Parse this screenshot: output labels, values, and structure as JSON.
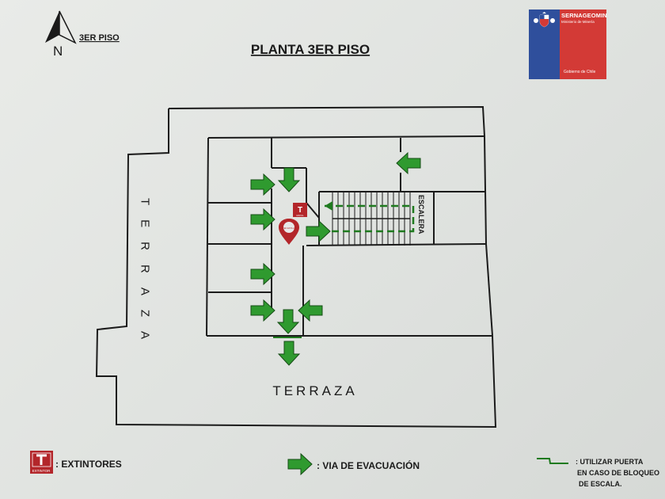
{
  "header": {
    "north_letter": "N",
    "floor_label": "3ER PISO",
    "title": "PLANTA 3ER PISO"
  },
  "logo": {
    "name": "SERNAGEOMIN",
    "subtitle": "Ministerio de Minería",
    "government": "Gobierno de Chile"
  },
  "plan": {
    "terraza_left": "TERRAZA",
    "terraza_bottom": "TERRAZA",
    "stair_label": "ESCALERA",
    "extinguisher_glyph": "T",
    "extinguisher_caption": "MOVIL",
    "marker_caption": "USTED ESTA AQUI"
  },
  "legend": {
    "extinguisher_label": ": EXTINTORES",
    "extinguisher_icon_caption": "EXTINTOR",
    "evacuation_label": ": VIA DE EVACUACIÓN",
    "door_line1": ": UTILIZAR PUERTA",
    "door_line2": "EN CASO DE BLOQUEO",
    "door_line3": "DE ESCALA."
  },
  "colors": {
    "wall": "#1b1b1b",
    "arrow_fill": "#2f9a2f",
    "arrow_stroke": "#164d16",
    "route": "#1f7a1f",
    "extinguisher": "#b3262a",
    "logo_blue": "#2f4f9c",
    "logo_red": "#d33a36"
  }
}
